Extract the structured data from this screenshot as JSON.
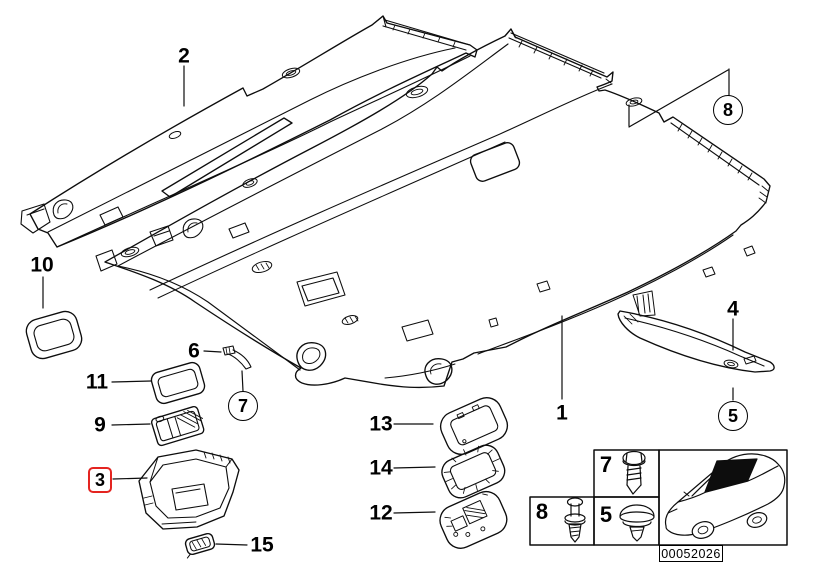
{
  "image_number": "00052026",
  "colors": {
    "line": "#000000",
    "background": "#ffffff",
    "highlight_red": "#e42420"
  },
  "callouts": {
    "c1": {
      "label": "1",
      "style": "plain"
    },
    "c2": {
      "label": "2",
      "style": "plain"
    },
    "c3": {
      "label": "3",
      "style": "boxed-red"
    },
    "c4": {
      "label": "4",
      "style": "plain"
    },
    "c5": {
      "label": "5",
      "style": "circled"
    },
    "c6": {
      "label": "6",
      "style": "plain"
    },
    "c7": {
      "label": "7",
      "style": "circled"
    },
    "c8": {
      "label": "8",
      "style": "circled"
    },
    "c9": {
      "label": "9",
      "style": "plain"
    },
    "c10": {
      "label": "10",
      "style": "plain"
    },
    "c11": {
      "label": "11",
      "style": "plain"
    },
    "c12": {
      "label": "12",
      "style": "plain"
    },
    "c13": {
      "label": "13",
      "style": "plain"
    },
    "c14": {
      "label": "14",
      "style": "plain"
    },
    "c15": {
      "label": "15",
      "style": "plain"
    }
  },
  "legend": {
    "cells": [
      {
        "label": "7",
        "icon": "screw-icon"
      },
      {
        "label": "8",
        "icon": "expanding-rivet-icon"
      },
      {
        "label": "5",
        "icon": "trim-clip-icon"
      }
    ],
    "thumbnail": "car-location-thumbnail"
  }
}
